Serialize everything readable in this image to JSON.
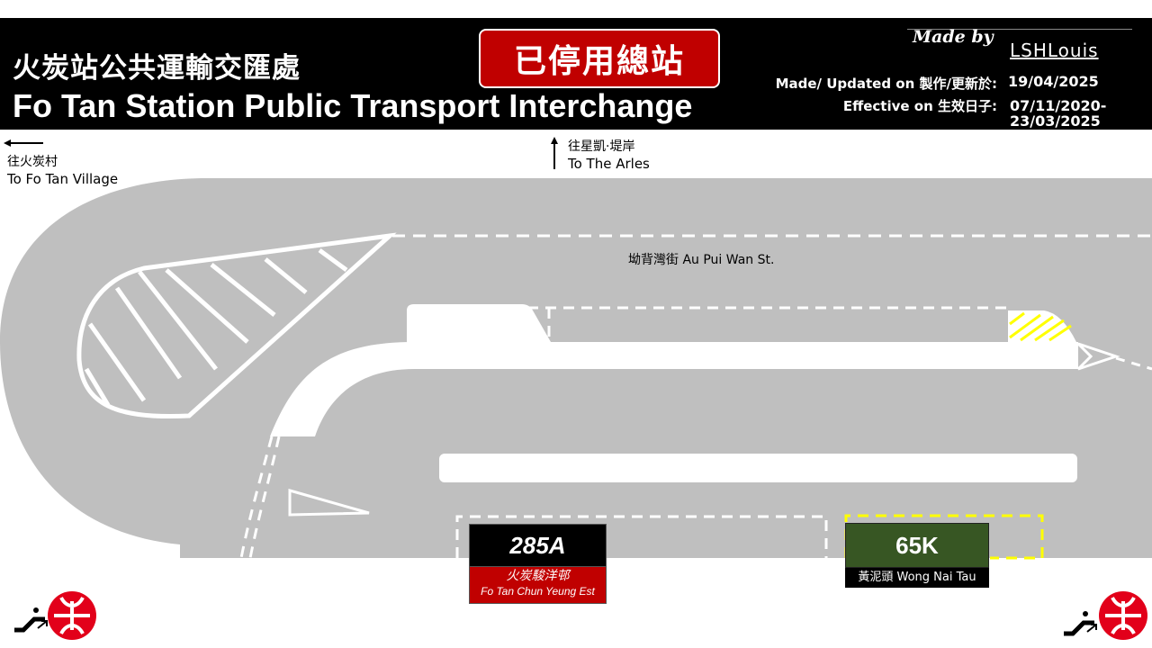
{
  "header": {
    "title_zh": "火炭站公共運輸交匯處",
    "title_en": "Fo Tan Station Public Transport Interchange",
    "status_badge": "已停用總站",
    "made_by": "Made by",
    "author": "LSHLouis",
    "updated_label": "Made/ Updated on 製作/更新於:",
    "updated_value": "19/04/2025",
    "effective_label": "Effective on 生效日子:",
    "effective_value_line1": "07/11/2020-",
    "effective_value_line2": "23/03/2025"
  },
  "directions": {
    "left_zh": "往火炭村",
    "left_en": "To Fo Tan Village",
    "up_zh": "往星凱·堤岸",
    "up_en": "To The Arles"
  },
  "street": {
    "name": "坳背灣街 Au Pui Wan St."
  },
  "routes": [
    {
      "number": "285A",
      "dest_zh": "火炭駿洋邨",
      "dest_en": "Fo Tan Chun Yeung Est",
      "header_color": "#000000",
      "dest_color": "#c00000"
    },
    {
      "number": "65K",
      "dest": "黃泥頭 Wong Nai Tau",
      "header_color": "#375623",
      "dest_color": "#000000"
    }
  ],
  "colors": {
    "road": "#bfbfbf",
    "header_bg": "#000000",
    "badge_red": "#c00000",
    "minibus_green": "#375623",
    "marking_yellow": "#ffff00",
    "mtr_red": "#e2001a"
  },
  "icons": {
    "arrow_left": "arrow-left-icon",
    "arrow_up": "arrow-up-icon",
    "escalator": "escalator-icon",
    "mtr_logo": "mtr-logo-icon"
  }
}
